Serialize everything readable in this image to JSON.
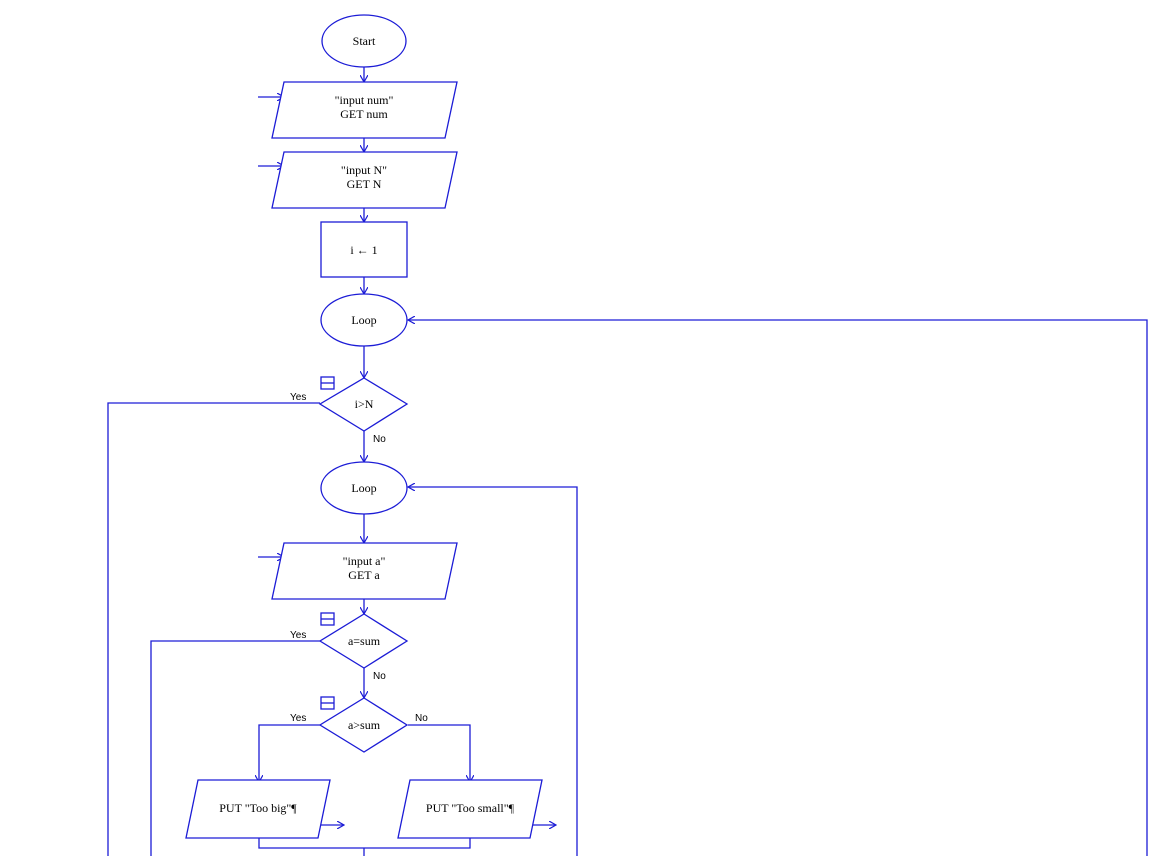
{
  "colors": {
    "stroke": "#1c1cd6",
    "text": "#000000",
    "background": "#ffffff"
  },
  "flowchart": {
    "start": "Start",
    "input_num": {
      "prompt": "\"input num\"",
      "get": "GET num"
    },
    "input_n": {
      "prompt": "\"input N\"",
      "get": "GET N"
    },
    "assign_i": "i ← 1",
    "outer_loop": "Loop",
    "cond_outer": {
      "text": "i>N",
      "yes": "Yes",
      "no": "No"
    },
    "inner_loop": "Loop",
    "input_a": {
      "prompt": "\"input a\"",
      "get": "GET a"
    },
    "cond_equal": {
      "text": "a=sum",
      "yes": "Yes",
      "no": "No"
    },
    "cond_greater": {
      "text": "a>sum",
      "yes": "Yes",
      "no": "No"
    },
    "put_big": "PUT \"Too big\"¶",
    "put_small": "PUT \"Too small\"¶",
    "collapse_icon": "minus-box-icon"
  }
}
